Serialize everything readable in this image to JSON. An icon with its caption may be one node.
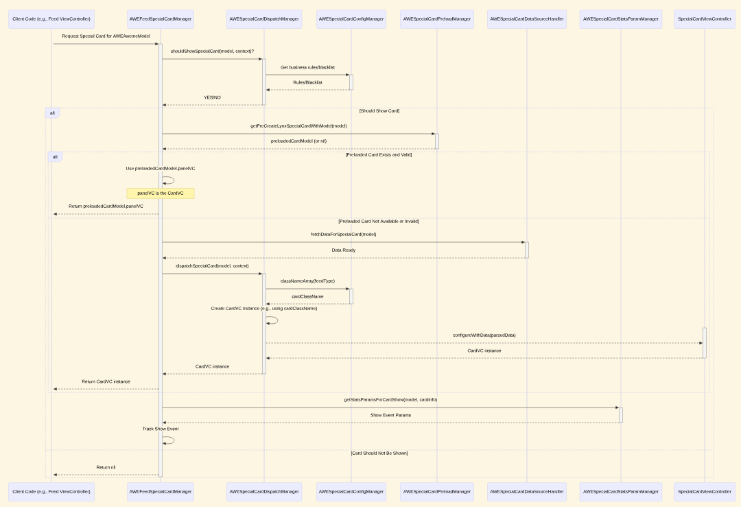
{
  "diagram": {
    "nodes": [
      {
        "text": [
          "Client Code (e.g., Feed ViewController)"
        ]
      },
      {
        "text": [
          "AWEFeedSpecialCardManager"
        ]
      },
      {
        "text": [
          "AWESpecialCardDispatchManager"
        ]
      },
      {
        "text": [
          "AWESpecialCardConfigManager"
        ]
      },
      {
        "text": [
          "AWESpecialCardPreloadManager"
        ]
      },
      {
        "text": [
          "AWESpecialCardDataSourceHandler"
        ]
      },
      {
        "text": [
          "AWESpecialCardStatsParamManager"
        ]
      },
      {
        "text": [
          "SpecialCardViewController"
        ]
      },
      {
        "text": [],
        "shape": "bar"
      },
      {
        "text": [],
        "shape": "bar"
      },
      {
        "text": [],
        "shape": "bar"
      },
      {
        "text": [],
        "shape": "bar"
      },
      {
        "text": [],
        "shape": "bar"
      },
      {
        "text": [],
        "shape": "bar"
      },
      {
        "text": [],
        "shape": "bar"
      },
      {
        "text": [],
        "shape": "bar"
      },
      {
        "text": [
          "alt",
          "[Should Show Card]",
          "[Card Should Not Be Shown]"
        ]
      },
      {
        "text": [
          "alt",
          "[Preloaded Card Exists and Valid]",
          "[Preloaded Card Not Available or Invalid]"
        ],
        "in": 16
      },
      {
        "text": [
          "panelVC is the CardVC"
        ],
        "in": 17
      },
      {
        "text": [
          "Client Code (e.g., Feed ViewController)"
        ]
      },
      {
        "text": [
          "AWEFeedSpecialCardManager"
        ]
      },
      {
        "text": [
          "AWESpecialCardDispatchManager"
        ]
      },
      {
        "text": [
          "AWESpecialCardConfigManager"
        ]
      },
      {
        "text": [
          "AWESpecialCardPreloadManager"
        ]
      },
      {
        "text": [
          "AWESpecialCardDataSourceHandler"
        ]
      },
      {
        "text": [
          "AWESpecialCardStatsParamManager"
        ]
      },
      {
        "text": [
          "SpecialCardViewController"
        ]
      }
    ],
    "edges": [
      {
        "from": 8,
        "to": 9,
        "arrow": "to",
        "label": "Request Special Card for AWEAwemeModel"
      },
      {
        "from": 9,
        "to": 10,
        "arrow": "to",
        "label": "shouldShowSpecialCard(model, context)?"
      },
      {
        "from": 10,
        "to": 11,
        "arrow": "to",
        "label": "Get business rules/blacklist"
      },
      {
        "from": 11,
        "to": 10,
        "arrow": "to",
        "label": "Rules/Blacklist",
        "style": "dashed"
      },
      {
        "from": 10,
        "to": 9,
        "arrow": "to",
        "label": "YES/NO",
        "style": "dashed"
      },
      {
        "from": 9,
        "to": 12,
        "arrow": "to",
        "label": "getPreCreateLynxSpecialCardWithModel(model)"
      },
      {
        "from": 12,
        "to": 9,
        "arrow": "to",
        "label": "preloadedCardModel (or nil)",
        "style": "dashed"
      },
      {
        "from": 9,
        "to": 9,
        "arrow": "to",
        "label": "Use preloadedCardModel.panelVC"
      },
      {
        "from": 9,
        "to": 8,
        "arrow": "to",
        "label": "Return preloadedCardModel.panelVC",
        "style": "dashed"
      },
      {
        "from": 9,
        "to": 13,
        "arrow": "to",
        "label": "fetchDataForSpecialCard(model)"
      },
      {
        "from": 13,
        "to": 9,
        "arrow": "to",
        "label": "Data Ready",
        "style": "dashed"
      },
      {
        "from": 9,
        "to": 10,
        "arrow": "to",
        "label": "dispatchSpecialCard(model, context)"
      },
      {
        "from": 10,
        "to": 11,
        "arrow": "to",
        "label": "classNameArray(feedType)"
      },
      {
        "from": 11,
        "to": 10,
        "arrow": "to",
        "label": "cardClassName",
        "style": "dashed"
      },
      {
        "from": 10,
        "to": 10,
        "arrow": "to",
        "label": "Create CardVC instance (e.g., using cardClassName)"
      },
      {
        "from": 10,
        "to": 15,
        "arrow": "to",
        "label": "configureWithData(parsedData)",
        "style": "dashed"
      },
      {
        "from": 15,
        "to": 10,
        "arrow": "to",
        "label": "CardVC instance",
        "style": "dashed"
      },
      {
        "from": 10,
        "to": 9,
        "arrow": "to",
        "label": "CardVC instance",
        "style": "dashed"
      },
      {
        "from": 9,
        "to": 8,
        "arrow": "to",
        "label": "Return CardVC instance",
        "style": "dashed"
      },
      {
        "from": 9,
        "to": 14,
        "arrow": "to",
        "label": "getStatsParamsForCardShow(model, cardInfo)"
      },
      {
        "from": 14,
        "to": 9,
        "arrow": "to",
        "label": "Show Event Params",
        "style": "dashed"
      },
      {
        "from": 9,
        "to": 9,
        "arrow": "to",
        "label": "Track Show Event"
      },
      {
        "from": 9,
        "to": 8,
        "arrow": "to",
        "label": "Return nil",
        "style": "dashed"
      }
    ]
  }
}
